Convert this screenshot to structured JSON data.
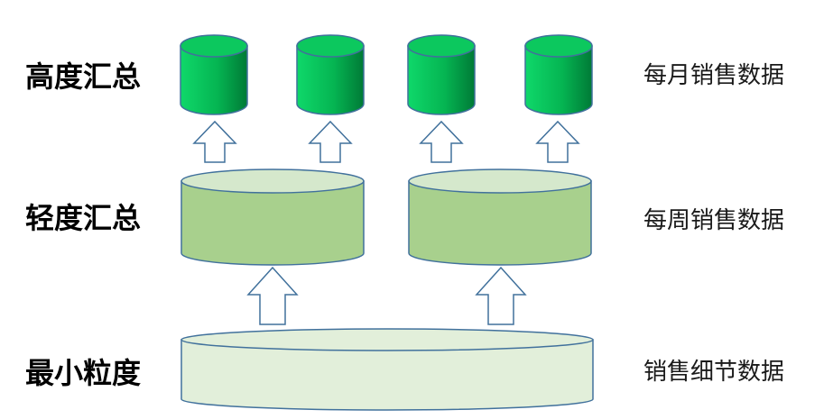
{
  "levels": [
    {
      "label": "高度汇总",
      "data_label": "每月销售数据",
      "cylinder_count": 4,
      "style": "dark-green"
    },
    {
      "label": "轻度汇总",
      "data_label": "每周销售数据",
      "cylinder_count": 2,
      "style": "medium-green"
    },
    {
      "label": "最小粒度",
      "data_label": "销售细节数据",
      "cylinder_count": 1,
      "style": "pale-green"
    }
  ],
  "colors": {
    "dark_green_light": "#0fd86a",
    "dark_green_dark": "#007a36",
    "dark_green_top": "#0cc85e",
    "medium_green": "#a8d08d",
    "medium_green_top": "#d5e8cc",
    "pale_green": "#e2efda",
    "outline": "#41719c",
    "arrow_fill": "#ffffff",
    "text": "#000000"
  }
}
